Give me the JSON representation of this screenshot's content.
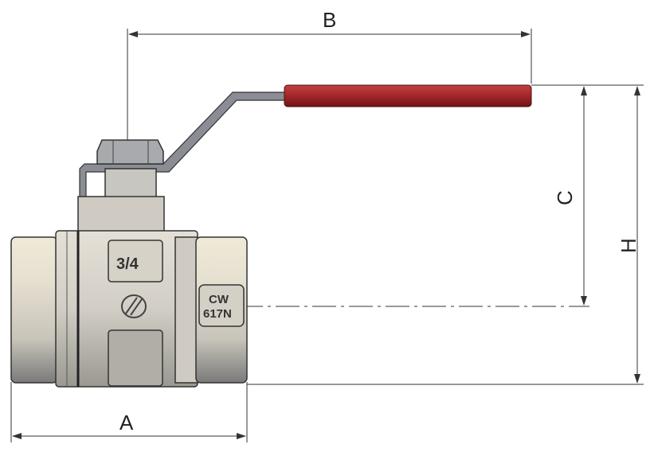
{
  "dimensions": {
    "A": "A",
    "B": "B",
    "C": "C",
    "H": "H"
  },
  "markings": {
    "size": "3/4",
    "material_line1": "CW",
    "material_line2": "617N"
  },
  "colors": {
    "handle": "#a3262a",
    "body": "#d8d4c8",
    "lever": "#8a8e94"
  }
}
